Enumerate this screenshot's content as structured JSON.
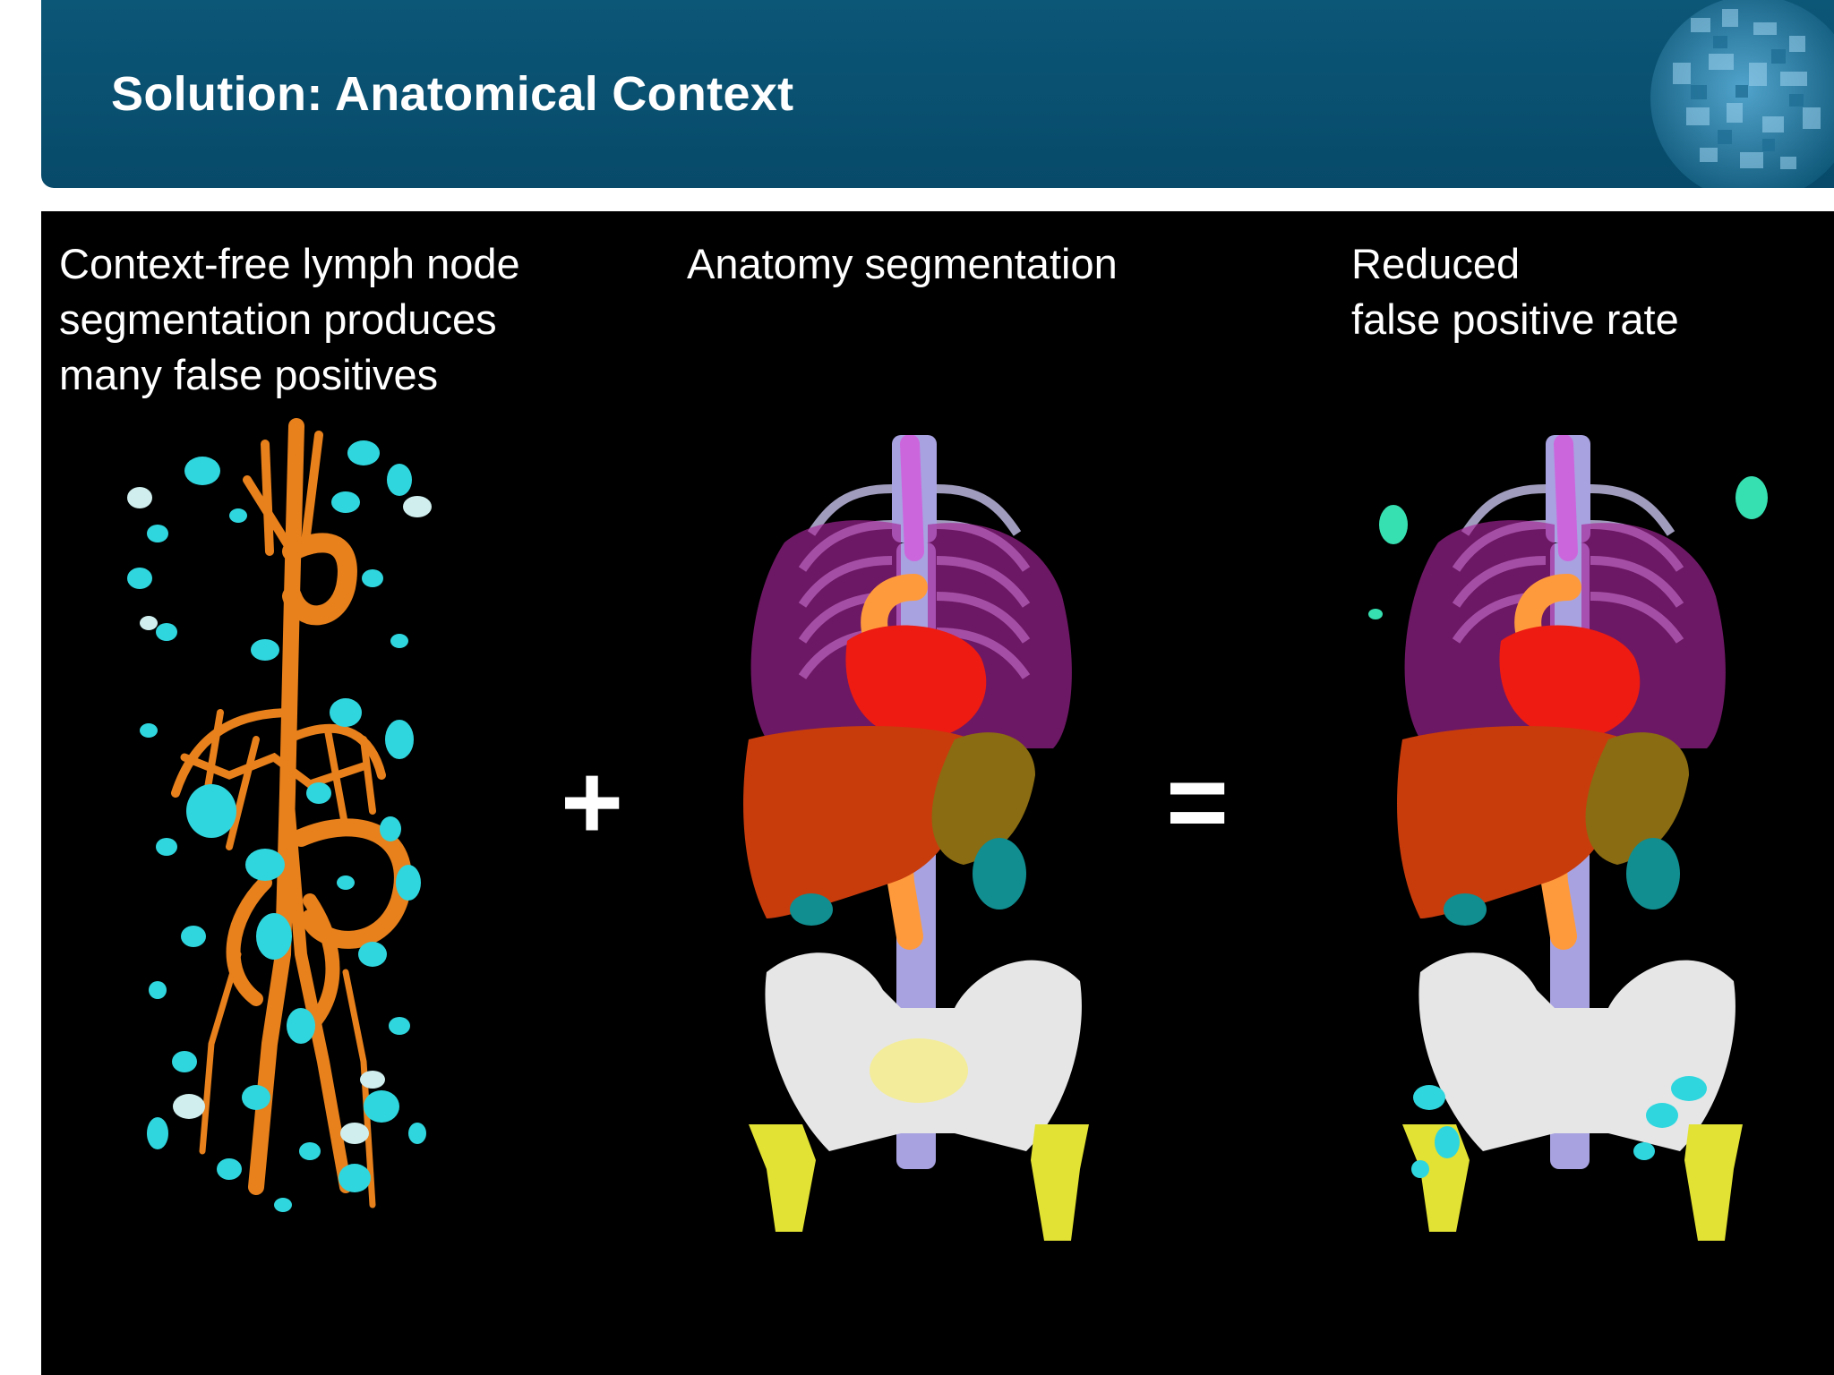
{
  "slide": {
    "title": "Solution: Anatomical Context"
  },
  "columns": [
    {
      "caption": "Context-free lymph node\nsegmentation produces\nmany false positives"
    },
    {
      "caption": "Anatomy segmentation"
    },
    {
      "caption": "Reduced\nfalse positive rate"
    }
  ],
  "operators": {
    "plus": "+",
    "equals": "="
  },
  "colors": {
    "header": "#0a5070",
    "background": "#000000",
    "lymph_node": "#2fd6de",
    "vessels": "#e8801c",
    "lungs": "#a8259a",
    "heart": "#ee1b12",
    "liver": "#c83c0c",
    "spleen": "#8a6c12",
    "kidney": "#108e90",
    "bone": "#e6e6e6",
    "spine": "#a8a2e0",
    "femur": "#e2e234",
    "bladder": "#f3ec9a"
  }
}
